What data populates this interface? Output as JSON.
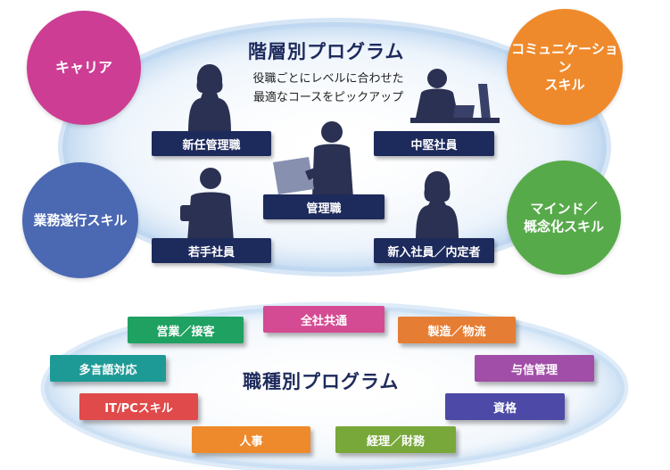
{
  "hierarchy": {
    "title": "階層別プログラム",
    "subtitle": "役職ごとにレベルに合わせた\n最適なコースをピックアップ",
    "circles": {
      "career": {
        "label": "キャリア",
        "color": "#cc3d93"
      },
      "communication": {
        "label": "コミュニケーション\nスキル",
        "color": "#ef8a2c"
      },
      "business": {
        "label": "業務遂行スキル",
        "color": "#4b68b2"
      },
      "mind": {
        "label": "マインド／\n概念化スキル",
        "color": "#57aa4a"
      }
    },
    "levels": {
      "new_manager": "新任管理職",
      "mid_level": "中堅社員",
      "manager": "管理職",
      "young": "若手社員",
      "new_hire": "新入社員／内定者"
    }
  },
  "jobs": {
    "title": "職種別プログラム",
    "items": {
      "all_company": {
        "label": "全社共通",
        "color": "#d44b93"
      },
      "sales": {
        "label": "営業／接客",
        "color": "#1ea161"
      },
      "manufacturing": {
        "label": "製造／物流",
        "color": "#e57e34"
      },
      "multilingual": {
        "label": "多言語対応",
        "color": "#1e9a96"
      },
      "credit": {
        "label": "与信管理",
        "color": "#a14ea8"
      },
      "it": {
        "label": "IT/PCスキル",
        "color": "#e04a4a"
      },
      "qualification": {
        "label": "資格",
        "color": "#4c4aa6"
      },
      "hr": {
        "label": "人事",
        "color": "#ef8a2c"
      },
      "accounting": {
        "label": "経理／財務",
        "color": "#78a83a"
      }
    }
  }
}
